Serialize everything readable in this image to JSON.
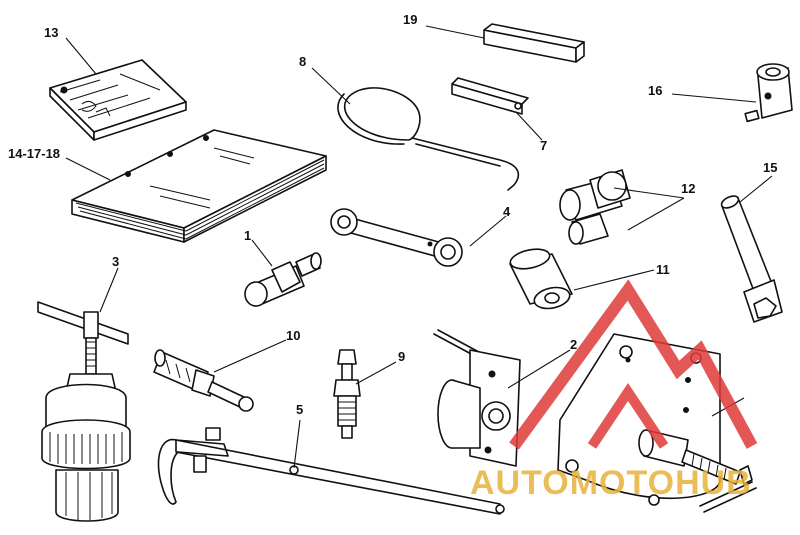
{
  "diagram": {
    "labels": {
      "l13": "13",
      "l14": "14-17-18",
      "l8": "8",
      "l19": "19",
      "l16": "16",
      "l7": "7",
      "l12": "12",
      "l15": "15",
      "l4": "4",
      "l1": "1",
      "l11": "11",
      "l3": "3",
      "l10": "10",
      "l9": "9",
      "l2": "2",
      "l5": "5"
    }
  },
  "watermark": {
    "text": "AUTOMOTOHUB",
    "colors": {
      "red": "#e03a3a",
      "gold": "#e8b23a"
    }
  }
}
